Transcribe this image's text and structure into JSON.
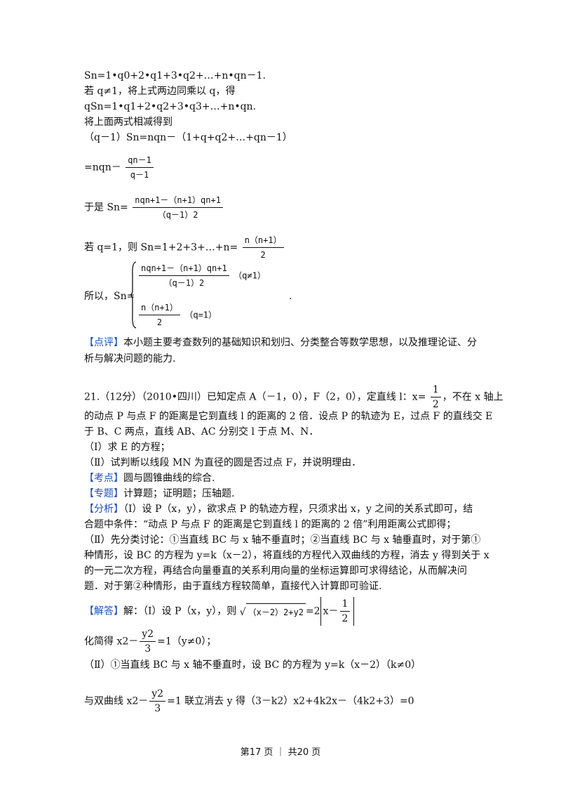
{
  "sol_prev": {
    "l1": "Sn=1•q0+2•q1+3•q2+…+n•qn－1.",
    "l2": "若 q≠1，将上式两边同乘以 q，得",
    "l3": "qSn=1•q1+2•q2+3•q3+…+n•qn.",
    "l4": "将上面两式相减得到",
    "l5": "（q－1）Sn=nqn－（1+q+q2+…+qn－1）",
    "l6_prefix": "=nqn－",
    "l6_num": "qn－1",
    "l6_den": "q－1",
    "l7_prefix": "于是 Sn=",
    "l7_num": "nqn+1－（n+1）qn+1",
    "l7_den": "（q－1）2",
    "l8_prefix": "若 q=1，则 Sn=1+2+3+…+n=",
    "l8_num": "n（n+1）",
    "l8_den": "2",
    "l9_prefix": "所以，Sn=",
    "l9_case1_num": "nqn+1－（n+1）qn+1",
    "l9_case1_den": "（q－1）2",
    "l9_case1_cond": "（q≠1）",
    "l9_case2_num": "n（n+1）",
    "l9_case2_den": "2",
    "l9_case2_cond": "（q=1）",
    "l9_end": "."
  },
  "comment": {
    "tag": "【点评】",
    "l1": "本小题主要考查数列的基础知识和划归、分类整合等数学思想，以及推理论证、分",
    "l2": "析与解决问题的能力."
  },
  "q21": {
    "stem1a": "21.（12分）（2010•四川）已知定点 A（－1，0），F（2，0），定直线 l：x=",
    "stem1_frac_num": "1",
    "stem1_frac_den": "2",
    "stem1b": "，不在 x 轴上",
    "stem2": "的动点 P 与点 F 的距离是它到直线 l 的距离的 2 倍．设点 P 的轨迹为 E，过点 F 的直线交 E",
    "stem3": "于 B、C 两点，直线 AB、AC 分别交 l 于点 M、N．",
    "part1": "（Ⅰ）求 E 的方程；",
    "part2": "（Ⅱ）试判断以线段 MN 为直径的圆是否过点 F，并说明理由．",
    "kaodian_tag": "【考点】",
    "kaodian": "圆与圆锥曲线的综合.",
    "zhuanti_tag": "【专题】",
    "zhuanti": "计算题；证明题；压轴题.",
    "fenxi_tag": "【分析】",
    "fx1": "（Ⅰ）设 P（x，y），欲求点 P 的轨迹方程，只须求出 x，y 之间的关系式即可，结",
    "fx2": "合题中条件：“动点 P 与点 F 的距离是它到直线 l 的距离的 2 倍”利用距离公式即得；",
    "fx3": "（Ⅱ）先分类讨论：①当直线 BC 与 x 轴不垂直时；②当直线 BC 与 x 轴垂直时，对于第①",
    "fx4": "种情形，设 BC 的方程为 y=k（x－2），将直线的方程代入双曲线的方程，消去 y 得到关于 x",
    "fx5": "的一元二次方程，再结合向量垂直的关系利用向量的坐标运算即可求得结论，从而解决问",
    "fx6": "题．对于第②种情形，由于直线方程较简单，直接代入计算即可验证.",
    "jieda_tag": "【解答】",
    "jd1_prefix": "解：（Ⅰ）设 P（x，y），则",
    "jd1_rad": "（x－2）2+y2",
    "jd1_mid": "=2",
    "jd1_abs_a": "x－",
    "jd1_abs_num": "1",
    "jd1_abs_den": "2",
    "jd2_prefix": "化简得 x2－",
    "jd2_num": "y2",
    "jd2_den": "3",
    "jd2_suffix": "=1（y≠0）；",
    "jd3": "（Ⅱ）①当直线 BC 与 x 轴不垂直时，设 BC 的方程为 y=k（x－2）（k≠0）",
    "jd4_prefix": "与双曲线 x2－",
    "jd4_num": "y2",
    "jd4_den": "3",
    "jd4_suffix": "=1 联立消去 y 得（3－k2）x2+4k2x－（4k2+3）=0"
  },
  "footer": "第17 页 ｜ 共20 页"
}
